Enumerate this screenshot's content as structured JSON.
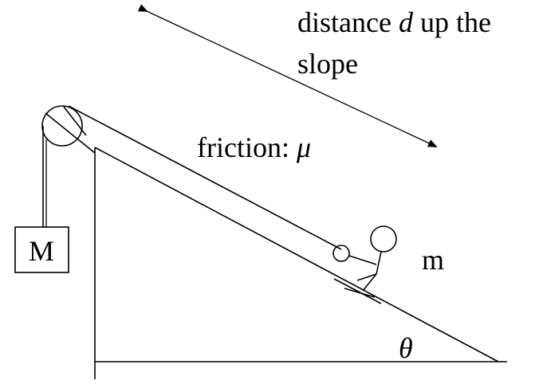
{
  "labels": {
    "distance_line1_pre": "distance ",
    "distance_var": "d",
    "distance_line1_post": " up the",
    "distance_line2": "slope",
    "friction_pre": "friction: ",
    "friction_var": "μ",
    "mass_big": "M",
    "mass_small": "m",
    "angle": "θ"
  },
  "colors": {
    "ink": "#000000",
    "background": "#ffffff"
  }
}
